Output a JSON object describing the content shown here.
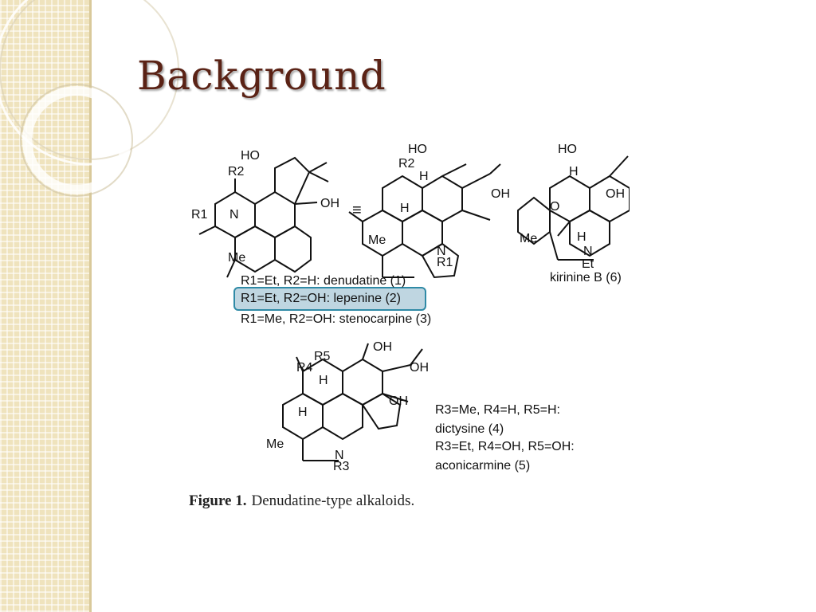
{
  "slide": {
    "title": "Background"
  },
  "figure": {
    "caption_label": "Figure 1.",
    "caption_text": "Denudatine-type alkaloids.",
    "series_a": [
      "R1=Et, R2=H: denudatine (1)",
      "R1=Et, R2=OH: lepenine (2)",
      "R1=Me, R2=OH: stenocarpine (3)"
    ],
    "series_b": [
      "R3=Me, R4=H, R5=H:",
      "dictysine (4)",
      "R3=Et, R4=OH, R5=OH:",
      "aconicarmine (5)"
    ],
    "kirinine": "kirinine B (6)",
    "atoms": {
      "ho": "HO",
      "oh": "OH",
      "h": "H",
      "me": "Me",
      "n": "N",
      "o": "O",
      "et": "Et",
      "r1": "R1",
      "r2": "R2",
      "r3": "R3",
      "r4": "R4",
      "r5": "R5",
      "equiv": "≡"
    },
    "highlight_color": "#bfd6e1",
    "highlight_border": "#2f8aa6"
  },
  "theme": {
    "title_color": "#5a2215",
    "panel_color": "#efe3bd"
  }
}
